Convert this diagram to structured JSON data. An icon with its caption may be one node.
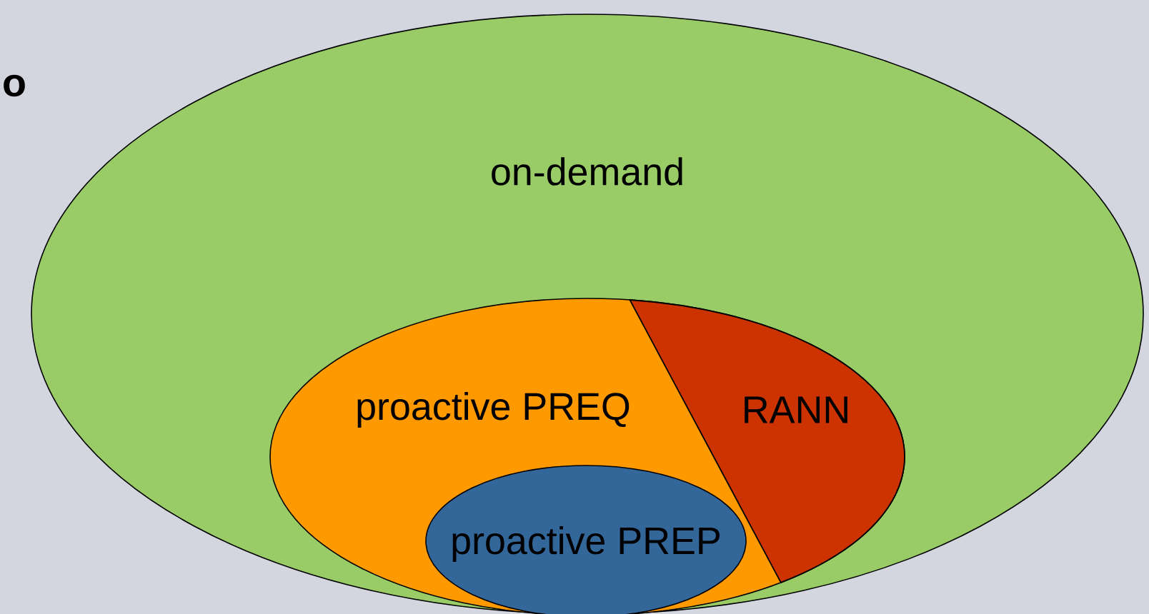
{
  "diagram": {
    "nodes": [
      {
        "text": [
          "on-demand"
        ]
      },
      {
        "text": [
          "proactive PREQ"
        ],
        "in": 0
      },
      {
        "text": [
          "RANN"
        ],
        "in": 1
      },
      {
        "text": [
          "proactive PREP"
        ],
        "in": 1
      }
    ],
    "labels": [
      "o"
    ]
  }
}
